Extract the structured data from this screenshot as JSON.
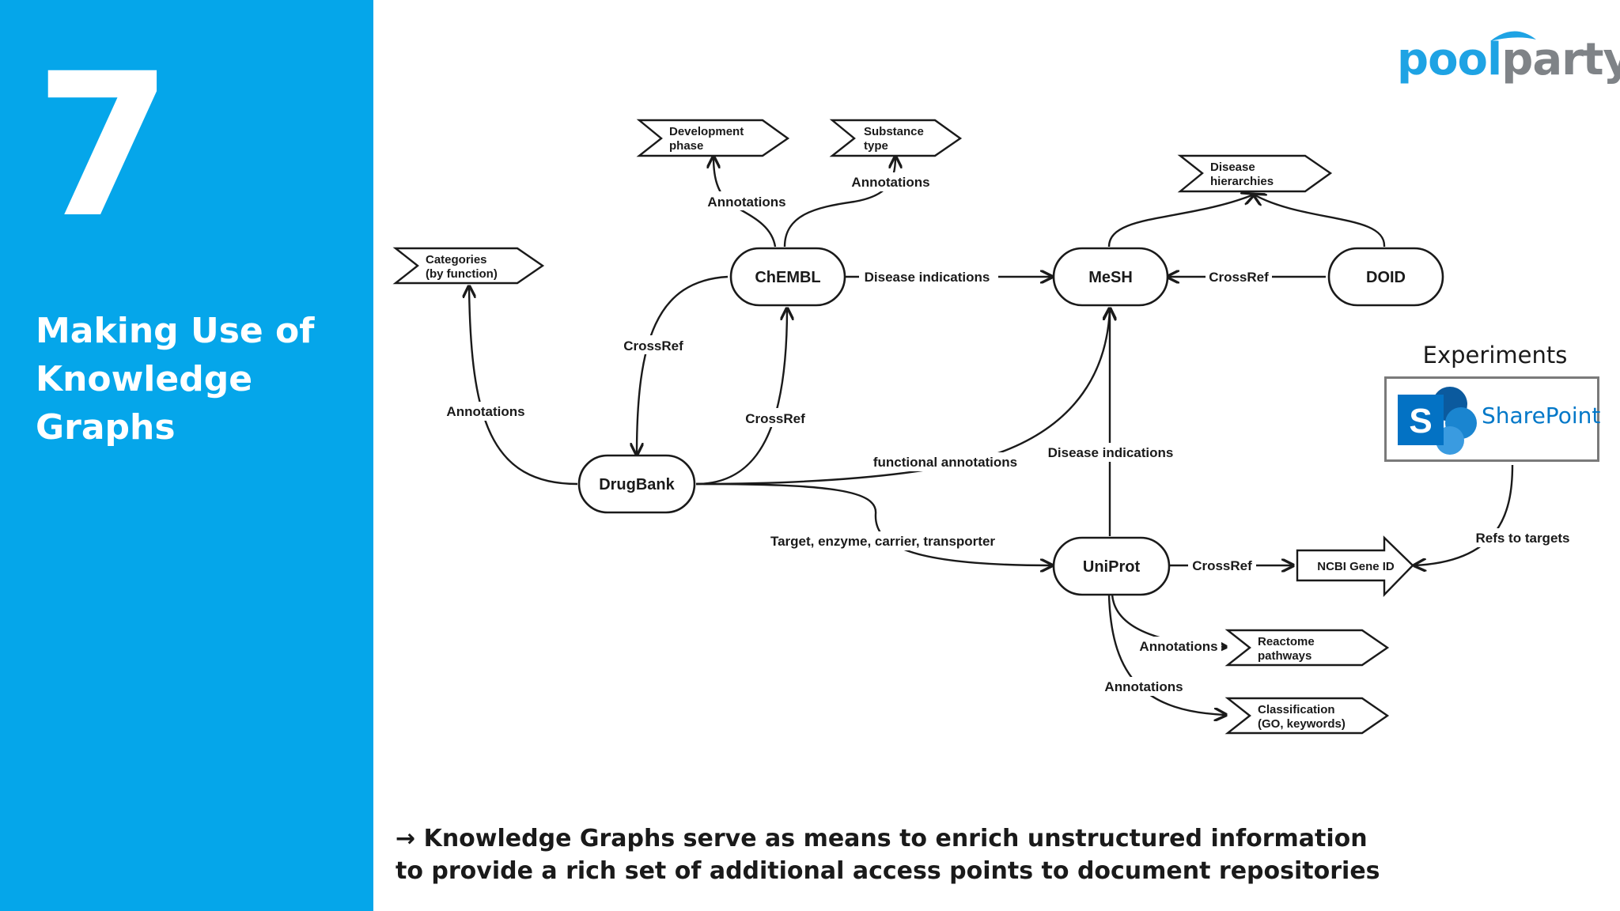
{
  "sidebar": {
    "number": "7",
    "title_lines": [
      "Making Use of",
      "Knowledge",
      "Graphs"
    ],
    "background_color": "#05a6ea"
  },
  "logo": {
    "part1": "pool",
    "part2": "party",
    "color1": "#1ea3e4",
    "color2": "#7f8387"
  },
  "diagram": {
    "nodes": {
      "chembl": "ChEMBL",
      "mesh": "MeSH",
      "doid": "DOID",
      "drugbank": "DrugBank",
      "uniprot": "UniProt",
      "ncbi": "NCBI Gene ID"
    },
    "flags": {
      "development_phase": [
        "Development",
        "phase"
      ],
      "substance_type": [
        "Substance",
        "type"
      ],
      "disease_hierarchies": [
        "Disease",
        "hierarchies"
      ],
      "categories": [
        "Categories",
        "(by function)"
      ],
      "reactome": [
        "Reactome",
        "pathways"
      ],
      "classification": [
        "Classification",
        "(GO, keywords)"
      ]
    },
    "edge_labels": {
      "chembl_dev_annotations": "Annotations",
      "chembl_substance_annotations": "Annotations",
      "chembl_mesh": "Disease indications",
      "doid_mesh": "CrossRef",
      "chembl_drugbank": "CrossRef",
      "drugbank_chembl": "CrossRef",
      "drugbank_categories": "Annotations",
      "drugbank_mesh": "functional annotations",
      "uniprot_mesh": "Disease indications",
      "drugbank_uniprot": "Target, enzyme, carrier, transporter",
      "uniprot_ncbi": "CrossRef",
      "uniprot_reactome": "Annotations",
      "uniprot_classification": "Annotations",
      "sharepoint_ncbi": "Refs to targets"
    }
  },
  "experiments": {
    "label": "Experiments",
    "app_name": "SharePoint",
    "icon_letter": "S",
    "color": "#0378c8"
  },
  "footer": {
    "line1": "→ Knowledge Graphs serve as means to enrich unstructured information",
    "line2": "to provide a rich set of additional access points to document repositories"
  }
}
